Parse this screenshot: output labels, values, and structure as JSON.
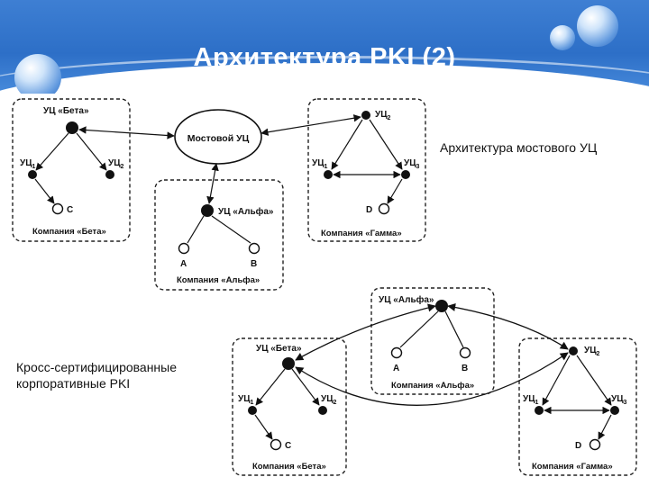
{
  "slide": {
    "title": "Архитектура PKI (2)",
    "caption_bridge": "Архитектура мостового УЦ",
    "caption_cross_line1": "Кросс-сертифицированные",
    "caption_cross_line2": "корпоративные PKI"
  },
  "bridge_diagram": {
    "bridge_ca": "Мостовой УЦ",
    "beta": {
      "root": "УЦ «Бета»",
      "ca1": "УЦ",
      "ca1_sub": "1",
      "ca2": "УЦ",
      "ca2_sub": "2",
      "user": "C",
      "company": "Компания «Бета»"
    },
    "gamma": {
      "ca2": "УЦ",
      "ca2_sub": "2",
      "ca1": "УЦ",
      "ca1_sub": "1",
      "ca3": "УЦ",
      "ca3_sub": "3",
      "user": "D",
      "company": "Компания «Гамма»"
    },
    "alpha": {
      "root": "УЦ «Альфа»",
      "user_a": "A",
      "user_b": "B",
      "company": "Компания «Альфа»"
    }
  },
  "cross_diagram": {
    "alpha": {
      "root": "УЦ «Альфа»",
      "user_a": "A",
      "user_b": "B",
      "company": "Компания «Альфа»"
    },
    "beta": {
      "root": "УЦ «Бета»",
      "ca1": "УЦ",
      "ca1_sub": "1",
      "ca2": "УЦ",
      "ca2_sub": "2",
      "user": "C",
      "company": "Компания «Бета»"
    },
    "gamma": {
      "ca2": "УЦ",
      "ca2_sub": "2",
      "ca1": "УЦ",
      "ca1_sub": "1",
      "ca3": "УЦ",
      "ca3_sub": "3",
      "user": "D",
      "company": "Компания «Гамма»"
    }
  }
}
